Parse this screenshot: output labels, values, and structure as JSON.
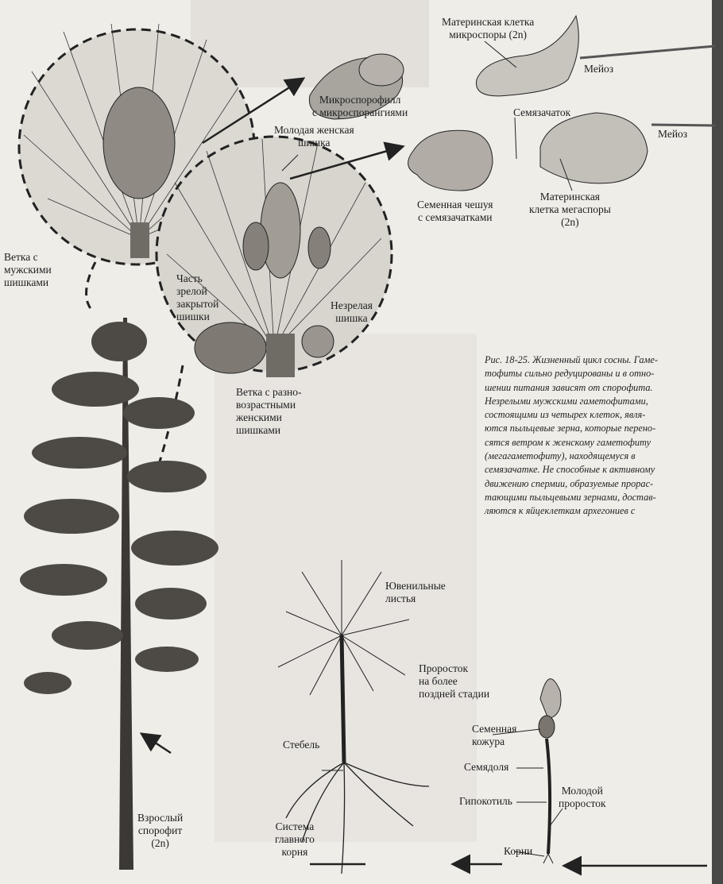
{
  "figure": {
    "labels": {
      "microsporophyll": [
        "Микроспорофилл",
        "с микроспорангиями"
      ],
      "microspore_mother_cell": [
        "Материнская клетка",
        "микроспоры (2n)"
      ],
      "meiosis_top": "Мейоз",
      "ovule": "Семязачаток",
      "meiosis_bottom": "Мейоз",
      "young_female_cone": [
        "Молодая женская",
        "шишка"
      ],
      "seed_scale": [
        "Семенная чешуя",
        "с семязачатками"
      ],
      "megaspore_mother_cell": [
        "Материнская",
        "клетка мегаспоры",
        "(2n)"
      ],
      "male_cone_branch": [
        "Ветка с",
        "мужскими",
        "шишками"
      ],
      "mature_cone_part": [
        "Часть",
        "зрелой",
        "закрытой",
        "шишки"
      ],
      "immature_cone": [
        "Незрелая",
        "шишка"
      ],
      "female_cone_branch": [
        "Ветка с разно-",
        "возрастными",
        "женскими",
        "шишками"
      ],
      "juvenile_leaves": [
        "Ювенильные",
        "листья"
      ],
      "later_seedling": [
        "Проросток",
        "на более",
        "поздней стадии"
      ],
      "stem": "Стебель",
      "seed_coat": [
        "Семенная",
        "кожура"
      ],
      "cotyledon": "Семядоля",
      "hypocotyl": "Гипокотиль",
      "young_seedling": [
        "Молодой",
        "проросток"
      ],
      "adult_sporophyte": [
        "Взрослый",
        "спорофит",
        "(2n)"
      ],
      "taproot_system": [
        "Система",
        "главного",
        "корня"
      ],
      "roots": "Корни"
    },
    "caption": [
      "Рис. 18-25. Жизненный цикл сосны. Гаме-",
      "тофиты сильно редуцированы и в отно-",
      "шении питания зависят от спорофита.",
      "Незрелыми мужскими гаметофитами,",
      "состоящими из четырех клеток, явля-",
      "ются пыльцевые зерна, которые перено-",
      "сятся ветром к женскому гаметофиту",
      "(мегагаметофиту), находящемуся в",
      "семязачатке. Не способные к активному",
      "движению спермии, образуемые прорас-",
      "тающими пыльцевыми зернами, достав-",
      "ляются к яйцеклеткам архегониев с"
    ]
  }
}
